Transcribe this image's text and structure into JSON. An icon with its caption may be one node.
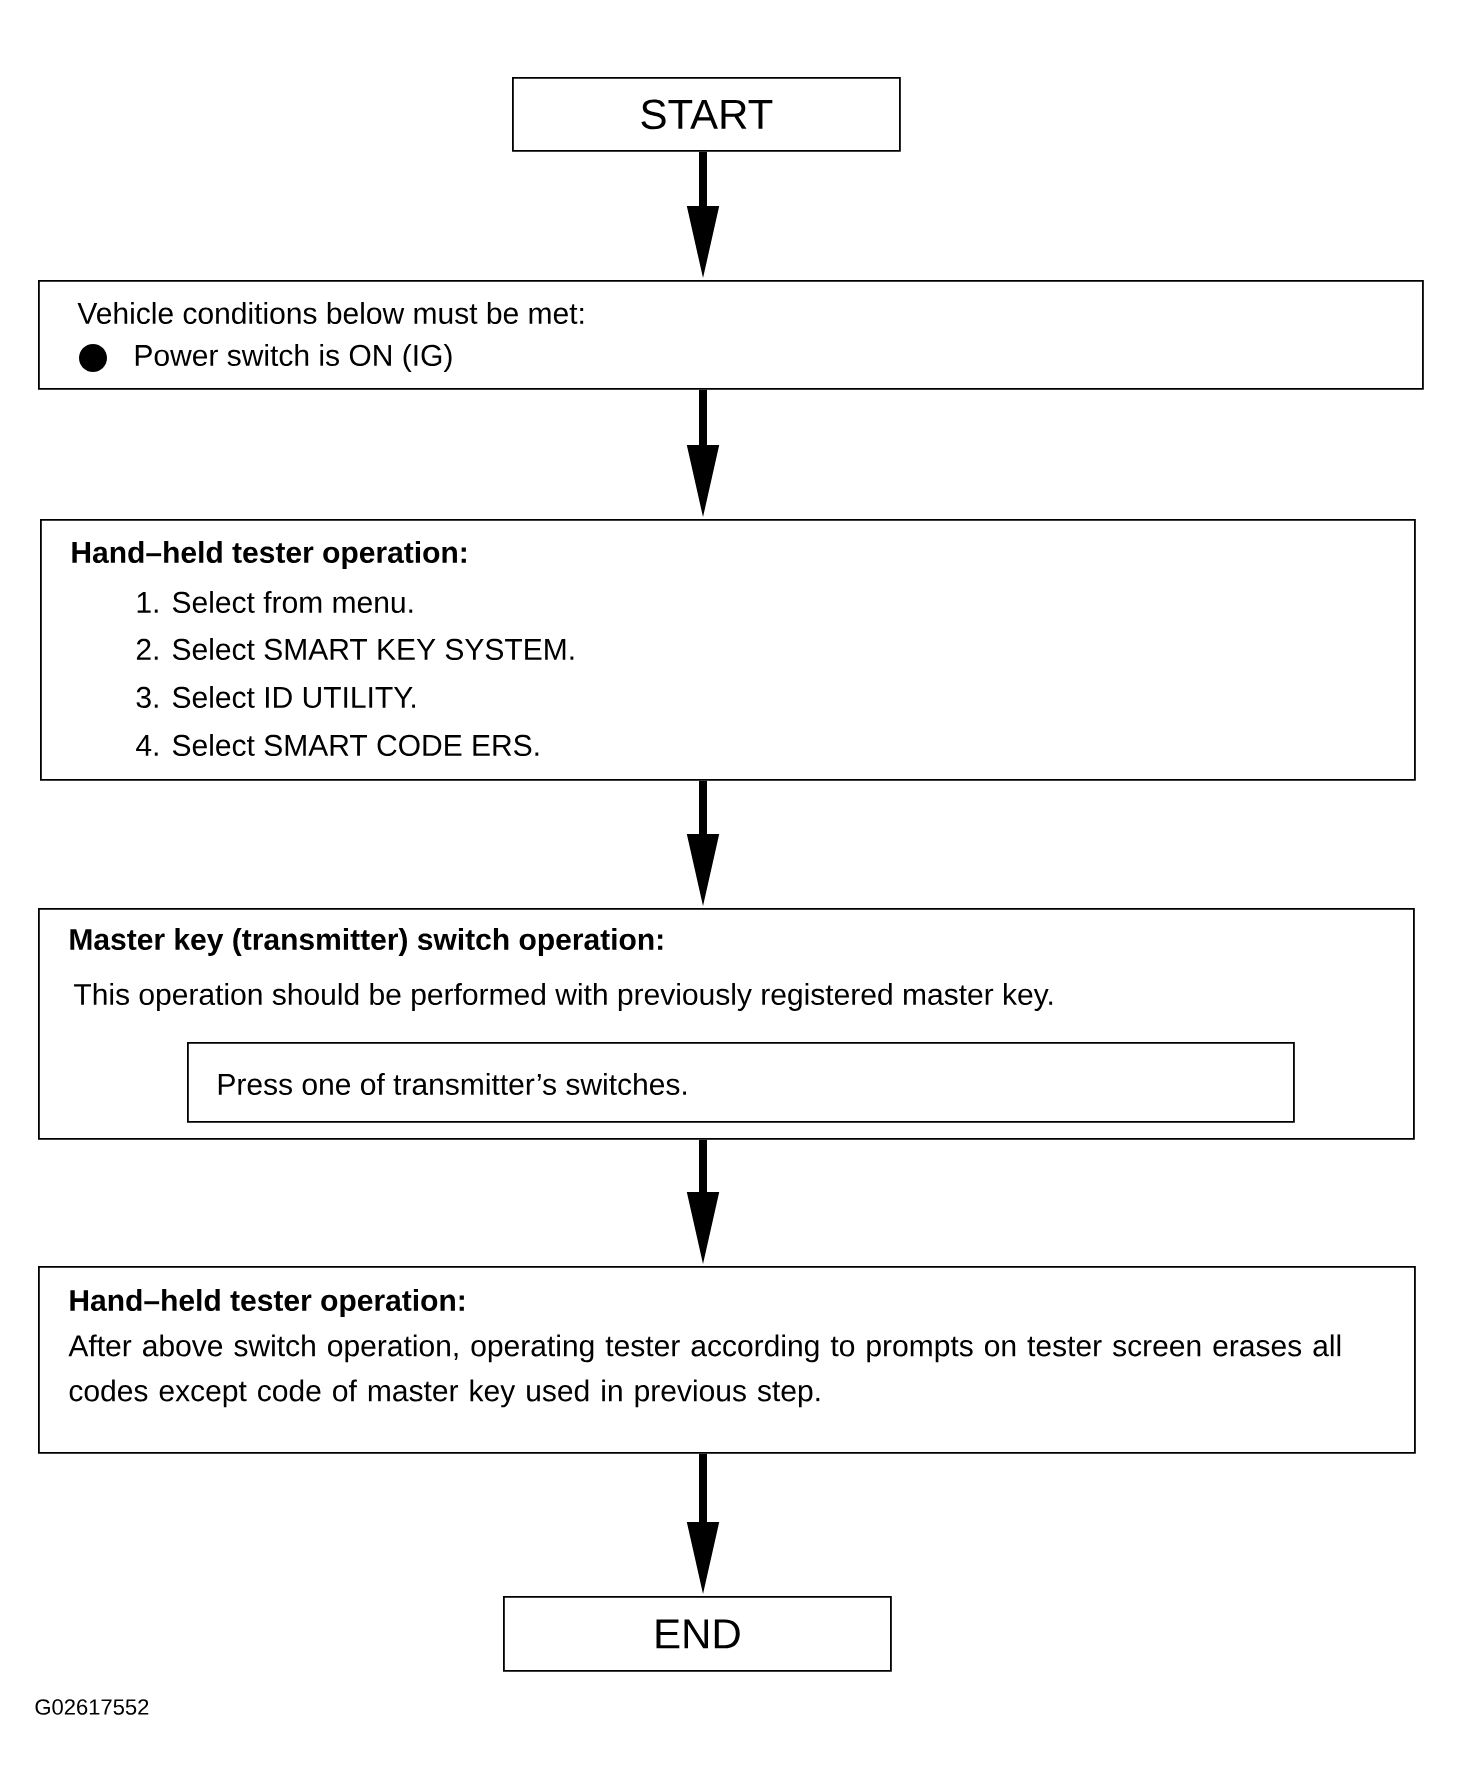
{
  "diagram": {
    "nodes": [
      {
        "text": [
          "START"
        ]
      },
      {
        "text": [
          "Vehicle conditions below must be met:",
          "Power switch is ON (IG)"
        ]
      },
      {
        "text": [
          "Hand–held tester operation:",
          "1. Select from menu.",
          "2. Select SMART KEY SYSTEM.",
          "3. Select ID UTILITY.",
          "4. Select SMART CODE ERS."
        ]
      },
      {
        "text": [
          "Master key (transmitter) switch operation:",
          "This operation should be performed with previously registered master key."
        ]
      },
      {
        "text": [
          "Press one of transmitter’s switches."
        ],
        "in": 3
      },
      {
        "text": [
          "Hand–held tester operation:",
          "After above switch operation, operating tester according to prompts on tester screen erases all codes except code of master key used in previous step."
        ]
      },
      {
        "text": [
          "END"
        ]
      }
    ],
    "edges": [
      {
        "from": 0,
        "to": 1,
        "arrow": "to"
      },
      {
        "from": 1,
        "to": 2,
        "arrow": "to"
      },
      {
        "from": 2,
        "to": 3,
        "arrow": "to"
      },
      {
        "from": 3,
        "to": 5,
        "arrow": "to"
      },
      {
        "from": 5,
        "to": 6,
        "arrow": "to"
      }
    ],
    "labels": [
      "G02617552"
    ]
  }
}
